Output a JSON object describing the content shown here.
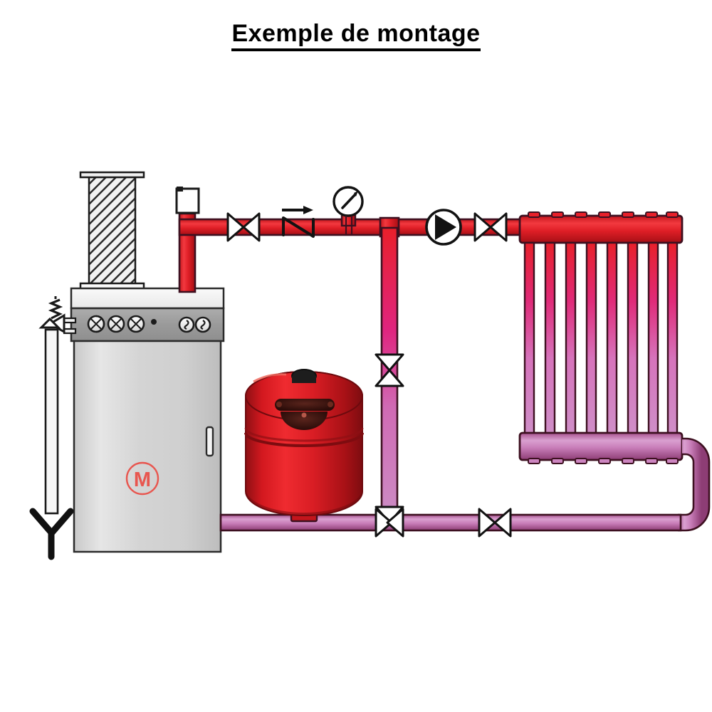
{
  "page": {
    "title": "Exemple de montage",
    "background_color": "#ffffff"
  },
  "colors": {
    "flow_red": "#e8202a",
    "flow_red_dark": "#b3131b",
    "return_pink": "#cc85c0",
    "return_pink_dark": "#6e2456",
    "outline": "#3d1020",
    "boiler_grey_light": "#e3e3e3",
    "boiler_grey_mid": "#b9b9b9",
    "boiler_panel": "#9e9e9e",
    "vessel_red": "#d81f26",
    "vessel_red_dark": "#8c0f14",
    "vessel_badge": "#3a1410",
    "black": "#000000",
    "white": "#ffffff",
    "logo_red": "#e8564f"
  },
  "components": {
    "flue": {
      "label": "flue-pipe",
      "hatch_angle_deg": 45
    },
    "boiler": {
      "label": "boiler",
      "door_logo": "M",
      "control_knobs_large": 3,
      "control_knobs_small": 2,
      "indicator_dots": 1
    },
    "safety_valve": {
      "label": "safety-relief-valve",
      "has_spring": true
    },
    "drain_funnel": {
      "label": "drain-funnel"
    },
    "air_vent": {
      "label": "automatic-air-vent"
    },
    "gate_valve_flow_1": {
      "label": "gate-valve"
    },
    "check_valve": {
      "label": "check-valve",
      "flow_arrow": "right"
    },
    "pressure_gauge": {
      "label": "pressure-gauge",
      "needle_deg": -45
    },
    "circulator_pump": {
      "label": "circulator-pump"
    },
    "gate_valve_flow_2": {
      "label": "gate-valve"
    },
    "radiator": {
      "label": "radiator",
      "fin_count": 8,
      "top_manifold_color": "#e8202a",
      "bottom_manifold_color": "#cc85c0"
    },
    "bypass_valve": {
      "label": "gate-valve-bypass"
    },
    "expansion_vessel": {
      "label": "expansion-vessel",
      "badge": ""
    },
    "three_way_valve": {
      "label": "three-way-valve"
    },
    "gate_valve_return": {
      "label": "gate-valve-return"
    }
  },
  "pipes": {
    "flow_line": {
      "label": "flow-pipe",
      "color": "#e8202a"
    },
    "return_line": {
      "label": "return-pipe",
      "color": "#cc85c0"
    },
    "bypass_line": {
      "label": "bypass-pipe",
      "gradient_from": "#e8202a",
      "gradient_to": "#cc85c0"
    }
  }
}
